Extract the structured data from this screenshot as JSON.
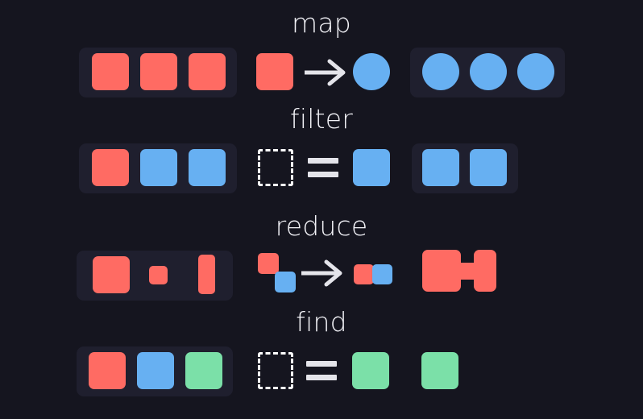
{
  "page": {
    "background": "#15151f",
    "panel_background": "#1f1f2e",
    "title_color": "#f2f2f7"
  },
  "palette": {
    "red": "#ff6b63",
    "blue": "#67b0f2",
    "green": "#7be0a8",
    "white": "#ffffff",
    "operator": "#e4e4ea"
  },
  "rows": [
    {
      "id": "map",
      "title": "map",
      "operator": "arrow-right",
      "input_items": [
        "red-square",
        "red-square",
        "red-square"
      ],
      "transform_from": "red-square",
      "transform_to": "blue-circle",
      "output_items": [
        "blue-circle",
        "blue-circle",
        "blue-circle"
      ]
    },
    {
      "id": "filter",
      "title": "filter",
      "operator": "equals",
      "input_items": [
        "red-square",
        "blue-square",
        "blue-square"
      ],
      "predicate_placeholder": "dashed-square",
      "predicate_match": "blue-square",
      "output_items": [
        "blue-square",
        "blue-square"
      ]
    },
    {
      "id": "reduce",
      "title": "reduce",
      "operator": "arrow-right",
      "input_items": [
        "red-square-large",
        "red-square-small",
        "red-rect-tall"
      ],
      "accumulator_items": [
        "red-square-small",
        "blue-square-small"
      ],
      "combined_items": [
        "red-square-small",
        "blue-square-small"
      ],
      "output_items": [
        "red-merged-shape"
      ]
    },
    {
      "id": "find",
      "title": "find",
      "operator": "equals",
      "input_items": [
        "red-square",
        "blue-square",
        "green-square"
      ],
      "predicate_placeholder": "dashed-square",
      "predicate_match": "green-square",
      "output_items": [
        "green-square"
      ]
    }
  ]
}
